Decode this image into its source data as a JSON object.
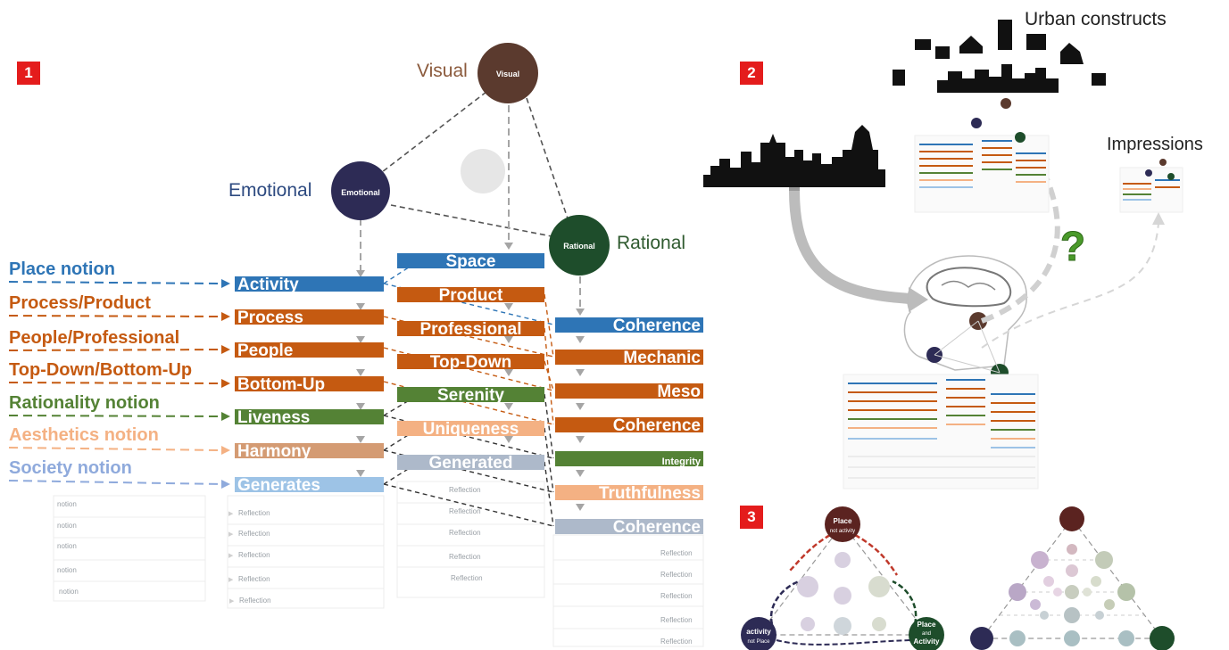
{
  "panels": {
    "p1": "1",
    "p2": "2",
    "p3": "3"
  },
  "nodes": {
    "visual_outer": "Visual",
    "visual_inner": "Visual",
    "emotional_outer": "Emotional",
    "emotional_inner": "Emotional",
    "rational_outer": "Rational",
    "rational_inner": "Rational"
  },
  "notions": [
    {
      "label": "Place notion",
      "color": "#2e75b6"
    },
    {
      "label": "Process/Product",
      "color": "#c55a11"
    },
    {
      "label": "People/Professional",
      "color": "#c55a11"
    },
    {
      "label": "Top-Down/Bottom-Up",
      "color": "#c55a11"
    },
    {
      "label": "Rationality notion",
      "color": "#548235"
    },
    {
      "label": "Aesthetics notion",
      "color": "#f4b183"
    },
    {
      "label": "Society notion",
      "color": "#8faadc"
    }
  ],
  "emotional_bars": [
    {
      "label": "Activity",
      "color": "#2e75b6"
    },
    {
      "label": "Process",
      "color": "#c55a11"
    },
    {
      "label": "People",
      "color": "#c55a11"
    },
    {
      "label": "Bottom-Up",
      "color": "#c55a11"
    },
    {
      "label": "Liveness",
      "color": "#548235"
    },
    {
      "label": "Harmony",
      "color": "#d49b73"
    },
    {
      "label": "Generates",
      "color": "#9dc3e6"
    }
  ],
  "visual_bars": [
    {
      "label": "Space",
      "color": "#2e75b6"
    },
    {
      "label": "Product",
      "color": "#c55a11"
    },
    {
      "label": "Professional",
      "color": "#c55a11"
    },
    {
      "label": "Top-Down",
      "color": "#c55a11"
    },
    {
      "label": "Serenity",
      "color": "#548235"
    },
    {
      "label": "Uniqueness",
      "color": "#f4b183"
    },
    {
      "label": "Generated",
      "color": "#adb9ca"
    }
  ],
  "rational_bars": [
    {
      "label": "Coherence",
      "color": "#2e75b6"
    },
    {
      "label": "Mechanic",
      "color": "#c55a11"
    },
    {
      "label": "Meso",
      "color": "#c55a11"
    },
    {
      "label": "Coherence",
      "color": "#c55a11"
    },
    {
      "label": "Integrity",
      "color": "#548235"
    },
    {
      "label": "Truthfulness",
      "color": "#f4b183"
    },
    {
      "label": "Coherence",
      "color": "#adb9ca"
    }
  ],
  "faded": {
    "notion": "notion",
    "reflection": "Reflection"
  },
  "panel2": {
    "urban": "Urban constructs",
    "impressions": "Impressions",
    "question": "?"
  },
  "panel3": {
    "top_node": "Place",
    "top_sub": "not activity",
    "left_node": "activity",
    "left_sub": "not Place",
    "right_node": "Place",
    "right_sub": "and",
    "right_node2": "Activity"
  },
  "colors": {
    "visual": "#5b3a2e",
    "emotional": "#2d2b55",
    "rational": "#1e4d2b",
    "badge": "#e41c1c"
  }
}
